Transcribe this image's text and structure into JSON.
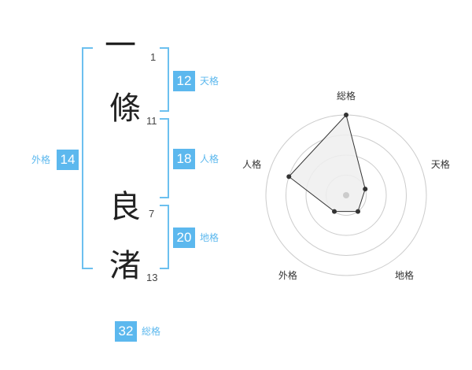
{
  "name": {
    "chars": [
      {
        "char": "一",
        "strokes": "1"
      },
      {
        "char": "條",
        "strokes": "11"
      },
      {
        "char": "良",
        "strokes": "7"
      },
      {
        "char": "渚",
        "strokes": "13"
      }
    ]
  },
  "kaku": {
    "tenkaku": {
      "value": "12",
      "label": "天格"
    },
    "jinkaku": {
      "value": "18",
      "label": "人格"
    },
    "chikaku": {
      "value": "20",
      "label": "地格"
    },
    "gaikaku": {
      "value": "14",
      "label": "外格"
    },
    "soukaku": {
      "value": "32",
      "label": "総格"
    }
  },
  "chart_data": {
    "type": "radar",
    "axes": [
      "総格",
      "天格",
      "地格",
      "外格",
      "人格"
    ],
    "values": [
      4,
      1,
      1,
      1,
      3
    ],
    "max": 4,
    "rings": 4,
    "colors": {
      "ring": "#cccccc",
      "fill": "#eeeeee",
      "stroke": "#333333",
      "point": "#333333",
      "center": "#cccccc"
    }
  }
}
